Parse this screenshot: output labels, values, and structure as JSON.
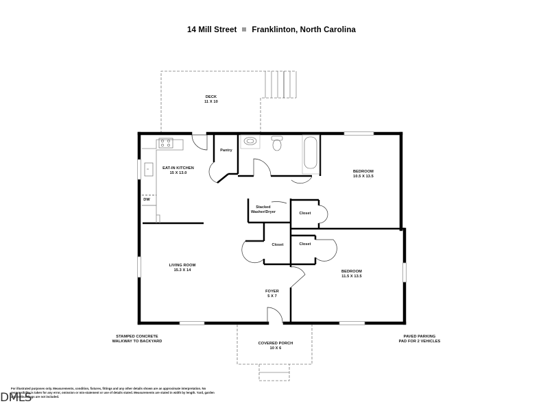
{
  "header": {
    "street": "14 Mill Street",
    "city": "Franklinton, North Carolina"
  },
  "rooms": {
    "deck": {
      "name": "DECK",
      "dims": "11 x 10"
    },
    "kitchen": {
      "name": "EAT-IN KITCHEN",
      "dims": "15 x 13.0"
    },
    "pantry": {
      "name": "Pantry"
    },
    "dishwasher": {
      "name": "DW"
    },
    "bedroom1": {
      "name": "BEDROOM",
      "dims": "10.5 x 13.5"
    },
    "laundry": {
      "name": "Stacked Washer/Dryer"
    },
    "closet_top": {
      "name": "Closet"
    },
    "closet_left": {
      "name": "Closet"
    },
    "closet_mid": {
      "name": "Closet"
    },
    "living": {
      "name": "LIVING ROOM",
      "dims": "15.3 x 14"
    },
    "foyer": {
      "name": "FOYER",
      "dims": "5 x 7"
    },
    "bedroom2": {
      "name": "BEDROOM",
      "dims": "11.5 x 13.5"
    },
    "porch": {
      "name": "COVERED PORCH",
      "dims": "10 x 6"
    }
  },
  "annotations": {
    "walkway_line1": "STAMPED CONCRETE",
    "walkway_line2": "WALKWAY TO BACKYARD",
    "parking_line1": "PAVED PARKING",
    "parking_line2": "PAD FOR 2 VEHICLES"
  },
  "footer": {
    "disclaimer": "For illustrated purposes only. Measurements, condition, fixtures, fittings and any other details shown are an approximate interpretation. No responsibility is taken for any error, omission or mis-statement or use of details stated. Measurements are stated in width by length. Yard, garden and outbuildings are not included.",
    "logo": "DMLS"
  },
  "colors": {
    "wall": "#000000",
    "fixture": "#888888",
    "dashed": "#777777",
    "title_separator": "#9a9a9a"
  }
}
